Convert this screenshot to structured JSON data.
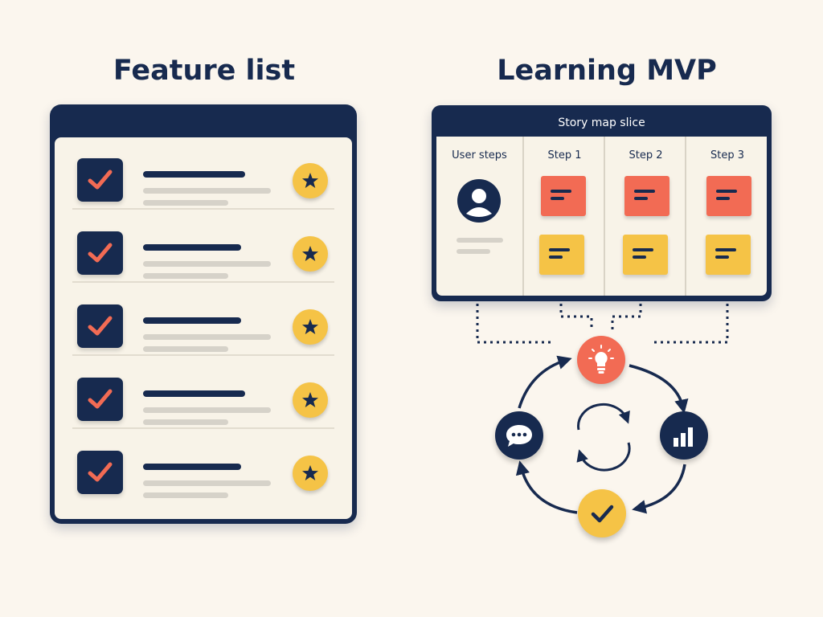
{
  "titles": {
    "left": "Feature list",
    "right": "Learning MVP"
  },
  "feature_list": {
    "rows": [
      {
        "checked": true,
        "starred": true
      },
      {
        "checked": true,
        "starred": true
      },
      {
        "checked": true,
        "starred": true
      },
      {
        "checked": true,
        "starred": true
      },
      {
        "checked": true,
        "starred": true
      }
    ],
    "icons": [
      "checkbox-checked-icon",
      "star-icon"
    ]
  },
  "story_map": {
    "title": "Story map slice",
    "user_column": "User steps",
    "steps": [
      {
        "label": "Step 1"
      },
      {
        "label": "Step 2"
      },
      {
        "label": "Step 3"
      }
    ],
    "icons": [
      "user-avatar-icon",
      "sticky-note-icon",
      "arrow-right-icon"
    ]
  },
  "learning_cycle": {
    "nodes": [
      {
        "name": "idea",
        "icon": "lightbulb-icon"
      },
      {
        "name": "measure",
        "icon": "bar-chart-icon"
      },
      {
        "name": "validate",
        "icon": "checkmark-icon"
      },
      {
        "name": "feedback",
        "icon": "chat-bubble-icon"
      }
    ],
    "center_icon": "refresh-cycle-icon"
  },
  "colors": {
    "background": "#fbf6ee",
    "navy": "#172a4f",
    "coral": "#f26b54",
    "yellow": "#f5c346",
    "panel": "#f8f3e8",
    "placeholder_gray": "#d6d2c9"
  }
}
